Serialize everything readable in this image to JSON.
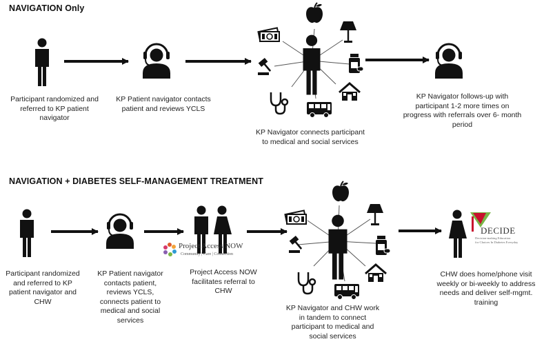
{
  "section1": {
    "title": "NAVIGATION Only",
    "caption_participant": [
      "Participant randomized and",
      "referred to KP patient",
      "navigator"
    ],
    "caption_navigator": [
      "KP Patient navigator contacts",
      "patient and reviews YCLS"
    ],
    "caption_connects": [
      "KP Navigator connects participant",
      "to medical and social services"
    ],
    "caption_followup": [
      "KP Navigator follows-up  with",
      "participant 1-2 more times on",
      "progress with referrals over 6- month",
      "period"
    ]
  },
  "section2": {
    "title": "NAVIGATION + DIABETES SELF-MANAGEMENT TREATMENT",
    "caption_participant": [
      "Participant randomized",
      "and referred to KP",
      "patient navigator and",
      "CHW"
    ],
    "caption_navigator": [
      "KP Patient navigator",
      "contacts patient,",
      "reviews YCLS,",
      "connects patient to",
      "medical and social",
      "services"
    ],
    "caption_pan": [
      "Project Access NOW",
      "facilitates referral to",
      "CHW"
    ],
    "caption_connects": [
      "KP Navigator and CHW work",
      "in tandem to connect",
      "participant to medical and",
      "social services"
    ],
    "caption_chw": [
      "CHW does home/phone  visit",
      "weekly or bi-weekly to address",
      "needs and deliver  self-mgmt.",
      "training"
    ]
  },
  "logos": {
    "pan_name": "Project Access NOW",
    "pan_tagline": "Community | Care | Connection",
    "decide_name": "DECIDE",
    "decide_tagline_1": "Decision-making Education",
    "decide_tagline_2": "for Choices In Diabetes Everyday"
  },
  "icons": [
    "person-icon",
    "headset-agent-icon",
    "apple-icon",
    "lamp-icon",
    "money-icon",
    "gavel-icon",
    "medicine-bottle-icon",
    "house-icon",
    "stethoscope-icon",
    "bus-icon",
    "arrow-icon",
    "family-icon",
    "female-chw-icon"
  ],
  "colors": {
    "ink": "#111111",
    "text": "#222222",
    "decide_red": "#c8102e",
    "decide_green": "#7ab648"
  }
}
